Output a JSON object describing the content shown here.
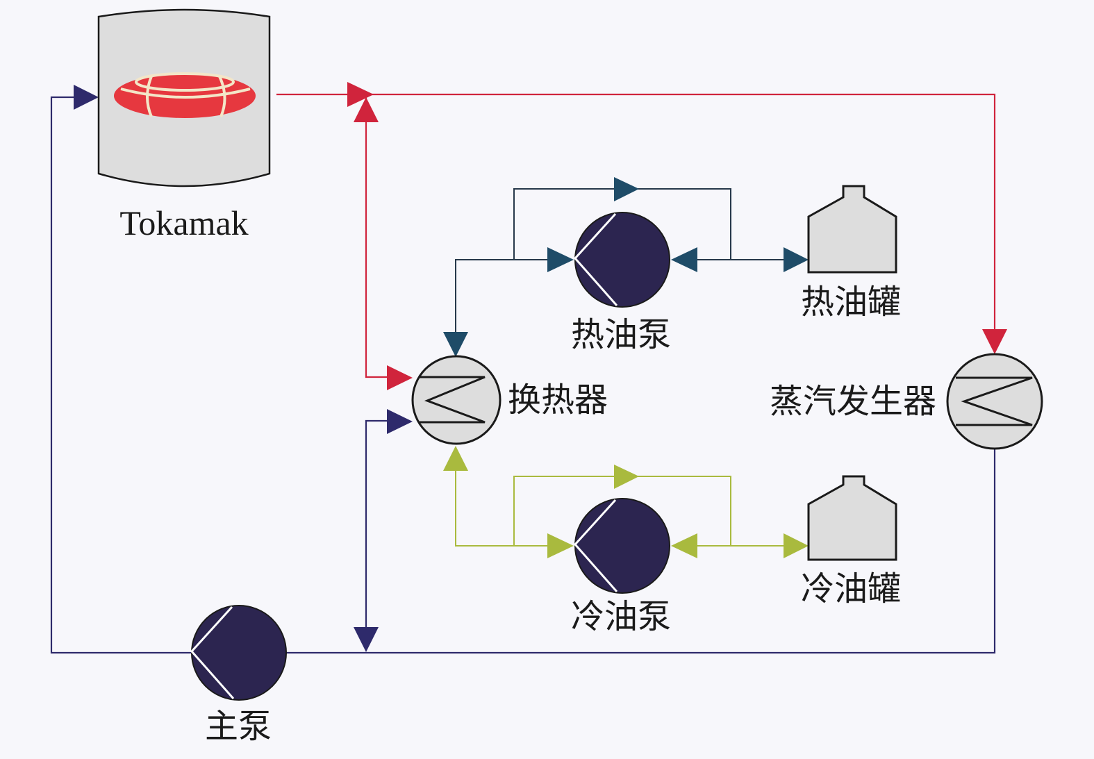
{
  "labels": {
    "tokamak": "Tokamak",
    "hot_oil_pump": "热油泵",
    "hot_oil_tank": "热油罐",
    "heat_exchanger": "换热器",
    "steam_generator": "蒸汽发生器",
    "cold_oil_pump": "冷油泵",
    "cold_oil_tank": "冷油罐",
    "main_pump": "主泵"
  },
  "colors": {
    "background": "#f7f7fb",
    "hot_loop": "#d0243c",
    "primary_return": "#2e2a6b",
    "hot_oil_loop": "#26384a",
    "hot_oil_arrow": "#1f4c68",
    "cold_oil_loop": "#a9ba3e",
    "pump_fill": "#2c2550",
    "equipment_fill": "#dddddd",
    "plasma_red": "#e6383f",
    "plasma_coil": "#f3e6c8"
  }
}
